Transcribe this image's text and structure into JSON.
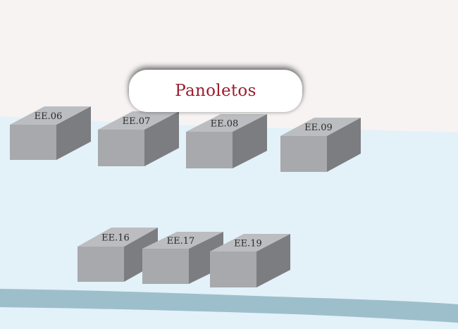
{
  "title": "Panoletos",
  "colors": {
    "background": "#f6f3f2",
    "water": "#e3f1f9",
    "shore": "#9dbfcc",
    "box_top": "#bcbdc0",
    "box_front": "#a8a9ad",
    "box_side": "#7c7d81",
    "title_text": "#9b1c2c"
  },
  "blocks": [
    {
      "id": "ee06",
      "label": "EE.06"
    },
    {
      "id": "ee07",
      "label": "EE.07"
    },
    {
      "id": "ee08",
      "label": "EE.08"
    },
    {
      "id": "ee09",
      "label": "EE.09"
    },
    {
      "id": "ee16",
      "label": "EE.16"
    },
    {
      "id": "ee17",
      "label": "EE.17"
    },
    {
      "id": "ee19",
      "label": "EE.19"
    }
  ]
}
